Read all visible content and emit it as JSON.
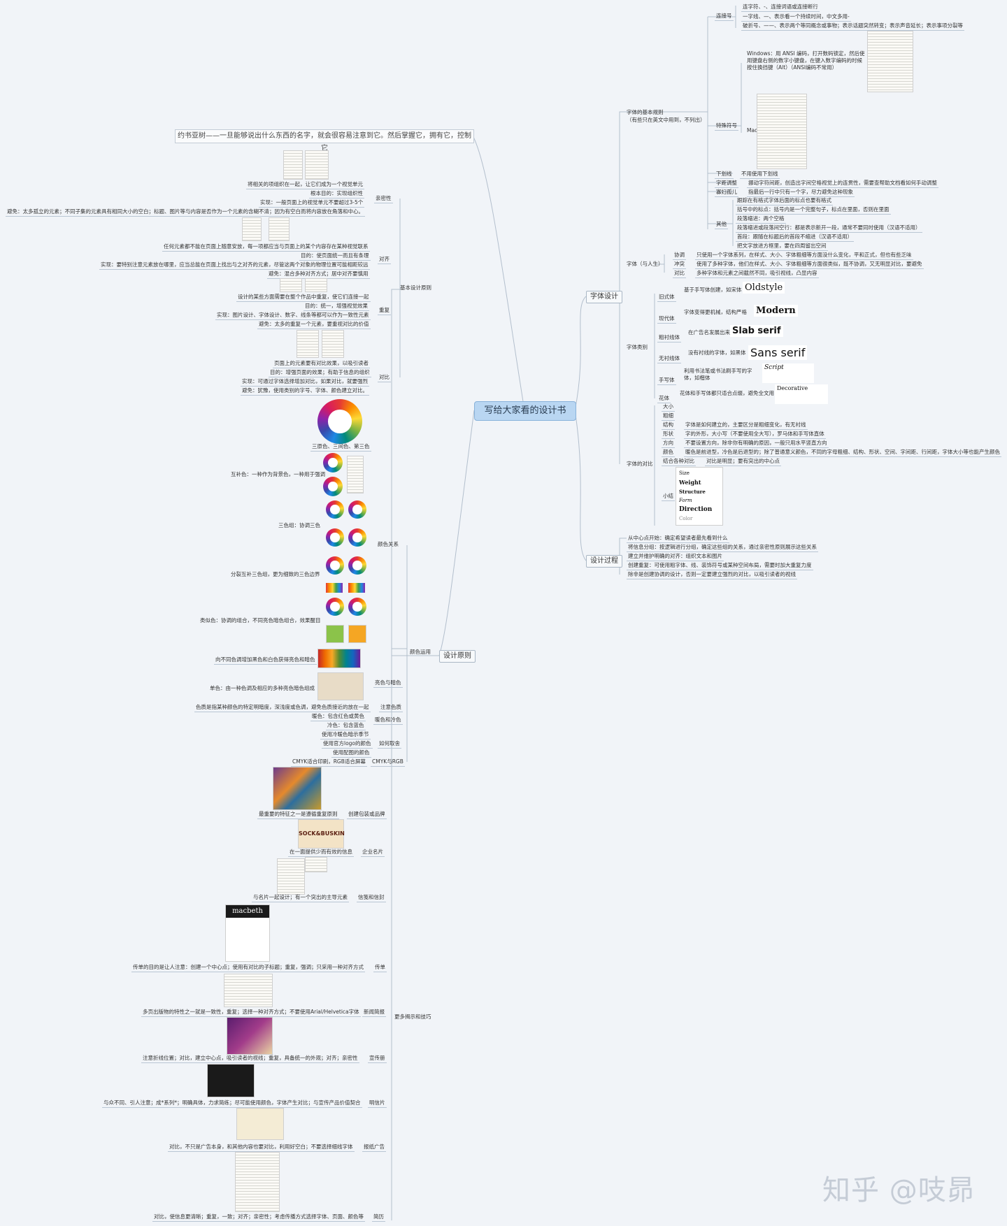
{
  "root": "写给大家看的设计书",
  "quote": "约书亚树——一旦能够说出什么东西的名字，就会很容易注意到它。然后掌握它，拥有它，控制它",
  "watermark": "知乎 @吱昴",
  "right": {
    "font_design": {
      "title": "字体设计",
      "basic_rules": "字体的基本规则",
      "basic_rules_note": "（有些只在英文中用到，不列出）",
      "connectors": {
        "label": "连接号",
        "items": [
          "连字符、-、连接词语或连接断行",
          "一字线、—、表示看一个持续时间，中文多用-",
          "破折号、——、表示两个等同概念或事物；表示话题突然转变；表示声音延长；表示事项分裂等"
        ]
      },
      "special": {
        "label": "特殊符号",
        "windows": "Windows：用 ANSI 编码，打开数码锁定，然后使用键盘右侧的数字小键盘，在键入数字编码的时候按住换挡键（Alt）（ANSI编码不常用）",
        "mac": "Mac"
      },
      "underline": {
        "label": "下划线",
        "text": "不用使用下划线"
      },
      "kerning": {
        "label": "字距调整",
        "text": "挪动字符间距，创造出字间空格视觉上的连贯性，需要查帮助文档看如何手动调整"
      },
      "widow": {
        "label": "寡妇孤儿",
        "text": "指最后一行中只有一个字，尽力避免这种现象"
      },
      "other": {
        "label": "其他",
        "items": [
          "跟踪在有格式字体后面的标点也要有格式",
          "括号中的标点：括号内是一个完整句子，标点在里面，否则在里面",
          "段落缩进：两个空格",
          "段落缩进或段落间空行：都是表示新开一段，通常不要同时使用（汉语不适用）",
          "首段：跟随在标题后的首段不缩进（汉语不适用）",
          "把文字放进方框里，要在四周留出空间"
        ]
      },
      "font_relation": {
        "label": "字体（与人生）",
        "items": [
          {
            "k": "协调",
            "v": "只使用一个字体系列，在样式、大小、字体粗细等方面没什么变化，平和正式，但也有些乏味"
          },
          {
            "k": "冲突",
            "v": "使用了多种字体，他们在样式、大小、字体粗细等方面很类似，既不协调，又无明显对比，要避免"
          },
          {
            "k": "对比",
            "v": "多种字体和元素之间截然不同，吸引视线，凸显内容"
          }
        ]
      },
      "font_types": {
        "label": "字体类别",
        "items": [
          {
            "k": "旧式体",
            "v": "基于手写体创建，如宋体",
            "sample": "Oldstyle"
          },
          {
            "k": "现代体",
            "v": "字体变得更机械，结构严格",
            "sample": "Modern"
          },
          {
            "k": "粗衬线体",
            "v": "在广告名发展出来",
            "sample": "Slab serif"
          },
          {
            "k": "无衬线体",
            "v": "没有衬线的字体，如黑体",
            "sample": "Sans serif"
          },
          {
            "k": "手写体",
            "v": "利用书法笔或书法刷手写的字体，如楷体",
            "sample": "Script"
          },
          {
            "k": "花体",
            "v": "花体和手写体都只适合点缀，避免全文用",
            "sample": "Decorative"
          }
        ]
      },
      "contrast": {
        "label": "字体的对比",
        "items": [
          {
            "k": "大小",
            "v": ""
          },
          {
            "k": "粗细",
            "v": ""
          },
          {
            "k": "结构",
            "v": "字体是如何建立的，主要区分是粗细变化，有无衬线"
          },
          {
            "k": "形状",
            "v": "字的外形，大小写（不要使用全大写），罗马体和手写体直体"
          },
          {
            "k": "方向",
            "v": "不要设置方向，除非你有明确的原因，一般只用水平竖直方向"
          },
          {
            "k": "颜色",
            "v": "暖色是前进型，冷色是后退型的；除了普通意义颜色，不同的字母粗细、结构、形状、空间、字间距、行间距，字体大小等也能产生颜色"
          },
          {
            "k": "结合各种对比",
            "v": "对比是明显；要有突出的中心点"
          }
        ],
        "summary": "小结",
        "summary_words": [
          "Size",
          "Weight",
          "Structure",
          "Form",
          "Direction",
          "Color"
        ]
      }
    },
    "design_process": {
      "title": "设计过程",
      "items": [
        "从中心点开始：确定希望读者最先看到什么",
        "将信息分组：按逻辑进行分组，确定这些组的关系，通过亲密性原则展示这些关系",
        "建立并维护明确的对齐：组织文本和图片",
        "创建重复：可使用粗字体、线、装饰符号或某种空间布局，需要时加大重复力度",
        "除非是创建协调的设计，否则一定要建立强烈的对比，以吸引读者的视线"
      ]
    }
  },
  "left": {
    "principles_title": "设计原则",
    "basic": {
      "title": "基本设计原则",
      "proximity": {
        "label": "亲密性",
        "items": [
          "将相关的项组织在一起，让它们成为一个视觉单元",
          "根本目的：实现组织性",
          "实现：一般页面上的视觉单元不要超过3-5个",
          "避免：太多孤立的元素；不同子集的元素具有相同大小的空白；标题、图片等与内容是否作为一个元素的含糊不清；因为有空白而将内容放在角落和中心。"
        ]
      },
      "alignment": {
        "label": "对齐",
        "items": [
          "任何元素都不能在页面上随意安放，每一项都应当与页面上的某个内容存在某种视觉联系",
          "目的：使页面统一而且有条理",
          "实现：要特别注意元素放在哪里，应当总能在页面上找出与之对齐的元素，尽管这两个对象的物理位置可能相距较远",
          "避免：混合多种对齐方式；居中对齐要慎用"
        ]
      },
      "repetition": {
        "label": "重复",
        "items": [
          "设计的某些方面需要在整个作品中重复，使它们连接一起",
          "目的：统一，增强视觉效果",
          "实现：图片设计、字体设计、数字、线条等都可以作为一致性元素",
          "避免：太多的重复一个元素，要重视对比的价值"
        ]
      },
      "contrast": {
        "label": "对比",
        "items": [
          "页面上的元素要有对比效果，以吸引读者",
          "目的：增强页面的效果；有助于信息的组织",
          "实现：可通过字体选择增加对比，如果对比，就要强烈",
          "避免：犹豫，使用类别的字号、字体、颜色建立对比。"
        ]
      }
    },
    "color_use": {
      "title": "颜色运用",
      "relation": {
        "label": "颜色关系",
        "items": [
          "三原色、三间色、第三色",
          "互补色：一种作为背景色，一种用于强调",
          "三色组：协调三色",
          "分裂互补三色组，更为细致的三色边界",
          "类似色：协调的组合，不同亮色暗色组合，效果醒目"
        ]
      },
      "tint": {
        "label": "亮色与暗色",
        "items": [
          "向不同色调增加黑色和白色获得亮色和暗色",
          "单色：由一种色调及相应的多种亮色暗色组成"
        ]
      },
      "hue": {
        "label": "注意色质",
        "text": "色质是指某种颜色的特定明暗度，深浅度或色调，避免色质接近的放在一起"
      },
      "warmcool": {
        "label": "暖色和冷色",
        "items": [
          "暖色：包含红色或黄色",
          "冷色：包含蓝色"
        ]
      },
      "choose": {
        "label": "如何取舍",
        "items": [
          "使用冷暖色暗示季节",
          "使用官方logo的颜色",
          "使用配图的颜色"
        ]
      },
      "cmyk": {
        "label": "CMYK与RGB",
        "text": "CMYK适合印刷，RGB适合屏幕"
      }
    },
    "tips": {
      "title": "更多揭示和技巧",
      "items": [
        {
          "k": "创建包装或品牌",
          "v": "最重要的特征之一是遵循重复原则"
        },
        {
          "k": "企业名片",
          "v": "在一面提供少而有效的信息"
        },
        {
          "k": "信笺和信封",
          "v": "与名片一起设计；有一个突出的主导元素"
        },
        {
          "k": "传单",
          "v": "传单的目的是让人注意：创建一个中心点；使用有对比的子标题；重复，强调；只采用一种对齐方式"
        },
        {
          "k": "新闻简报",
          "v": "多页出版物的特性之一就是一致性，重复；选择一种对齐方式；不要使用Arial/Helvetica字体"
        },
        {
          "k": "宣传册",
          "v": "注意折线位置；对比，建立中心点，吸引读者的视线；重复，具备统一的外观；对齐；亲密性"
        },
        {
          "k": "明信片",
          "v": "与众不同、引人注意；成*系列*；明确具体，力求简练；尽可能使用颜色，字体产生对比；与宣传产品价值契合"
        },
        {
          "k": "报纸广告",
          "v": "对比，不只是广告本身，和其他内容也要对比，利用好空白；不要选择细线字体"
        },
        {
          "k": "简历",
          "v": "对比，使信息更清晰；重复，一致；对齐；亲密性；考虑传播方式选择字体、页面、颜色等"
        }
      ],
      "brand_word": "SOCK&BUSKIN",
      "flyer_word": "macbeth"
    }
  }
}
